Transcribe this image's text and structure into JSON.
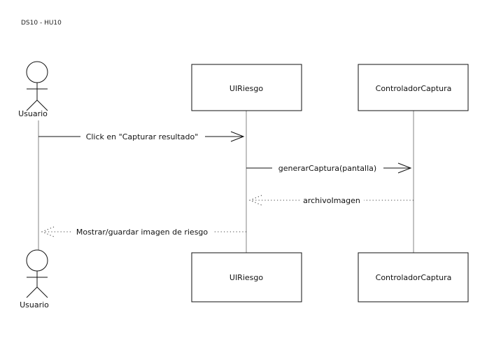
{
  "title": "DS10 - HU10",
  "participants": {
    "actor": {
      "label": "Usuario"
    },
    "ui": {
      "label": "UIRiesgo"
    },
    "controller": {
      "label": "ControladorCaptura"
    }
  },
  "messages": [
    {
      "label": "Click en \"Capturar resultado\"",
      "type": "sync"
    },
    {
      "label": "generarCaptura(pantalla)",
      "type": "sync"
    },
    {
      "label": "archivoImagen",
      "type": "return"
    },
    {
      "label": "Mostrar/guardar imagen de riesgo",
      "type": "return"
    }
  ]
}
